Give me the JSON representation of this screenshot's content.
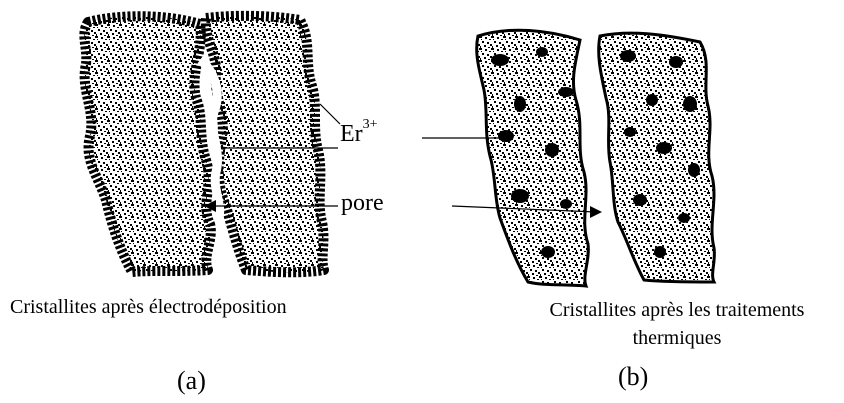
{
  "labels": {
    "ion": "Er",
    "ion_charge": "3+",
    "pore": "pore"
  },
  "captions": {
    "a": "Cristallites après électrodéposition",
    "b": "Cristallites après les traitements thermiques"
  },
  "panels": {
    "a": "(a)",
    "b": "(b)"
  },
  "colors": {
    "ink": "#000000",
    "background": "#ffffff"
  }
}
